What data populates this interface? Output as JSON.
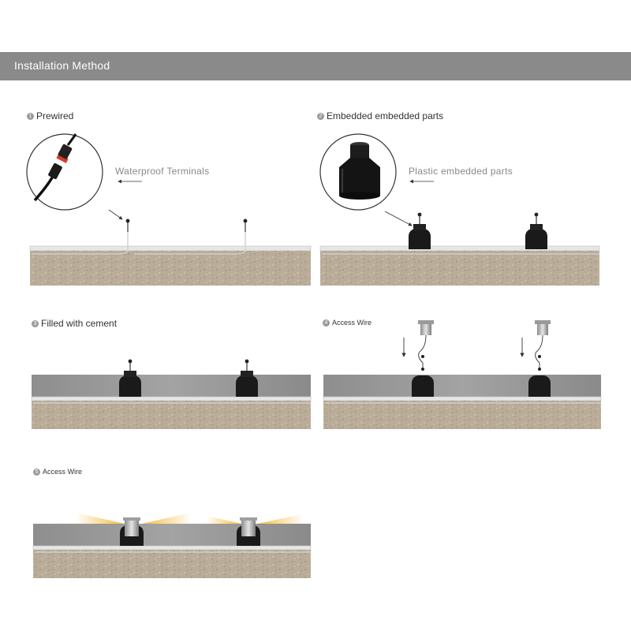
{
  "header": {
    "title": "Installation Method"
  },
  "steps": [
    {
      "number": "1",
      "title": "Prewired",
      "callout": "Waterproof Terminals",
      "icon": "waterproof-connector"
    },
    {
      "number": "2",
      "title": "Embedded embedded parts",
      "callout": "Plastic embedded parts",
      "icon": "plastic-embedded-sleeve"
    },
    {
      "number": "3",
      "title": "Filled with cement"
    },
    {
      "number": "4",
      "title": "Access Wire",
      "icon": "inground-light"
    },
    {
      "number": "5",
      "title": "Access Wire",
      "icon": "light-beam"
    }
  ],
  "colors": {
    "header_bar": "#8a8a8a",
    "soil": "#b8ab98",
    "cement": "#8c8c8c",
    "sleeve": "#1a1a1a",
    "light_glow": "#f5b730"
  }
}
